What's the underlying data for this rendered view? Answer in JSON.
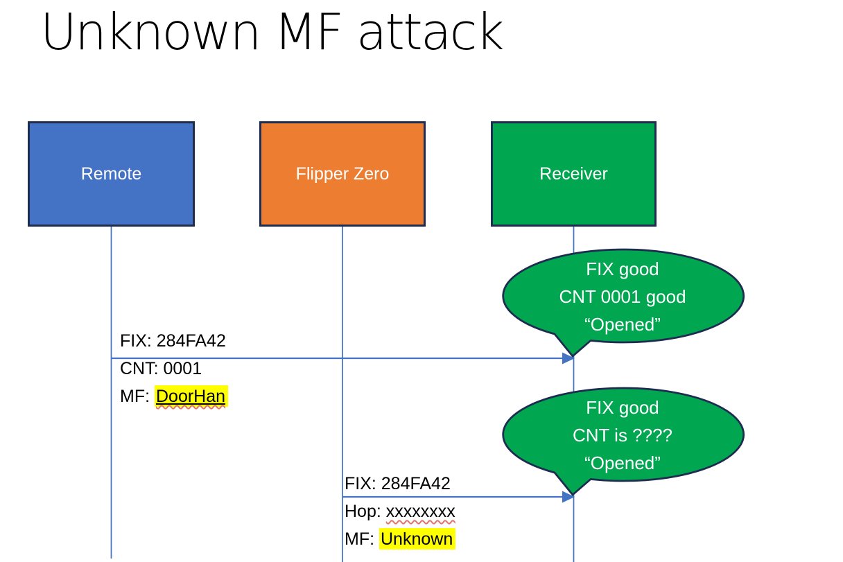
{
  "title": "Unknown MF attack",
  "actors": [
    {
      "name": "Remote"
    },
    {
      "name": "Flipper Zero"
    },
    {
      "name": "Receiver"
    }
  ],
  "messages": [
    {
      "from": "Remote",
      "to": "Receiver",
      "line1": "FIX: 284FA42",
      "line2": "CNT: 0001",
      "line3_prefix": "MF: ",
      "line3_highlight": "DoorHan"
    },
    {
      "from": "Flipper Zero",
      "to": "Receiver",
      "line1": "FIX: 284FA42",
      "line2_prefix": "Hop: ",
      "line2_squiggle": "xxxxxxxx",
      "line3_prefix": "MF: ",
      "line3_highlight": "Unknown"
    }
  ],
  "callouts": [
    {
      "speaker": "Receiver",
      "line1": "FIX good",
      "line2": "CNT 0001 good",
      "line3": "“Opened”"
    },
    {
      "speaker": "Receiver",
      "line1": "FIX good",
      "line2": "CNT is ????",
      "line3": "“Opened”"
    }
  ],
  "colors": {
    "actor_blue": "#4472C4",
    "actor_orange": "#ED7D31",
    "actor_green": "#00A650",
    "border_navy": "#1E2C4F",
    "line_blue": "#4472C4",
    "highlight_yellow": "#FFFF00",
    "squiggle_red": "#E57368",
    "title_black": "#000000",
    "text_white": "#FFFFFF"
  }
}
